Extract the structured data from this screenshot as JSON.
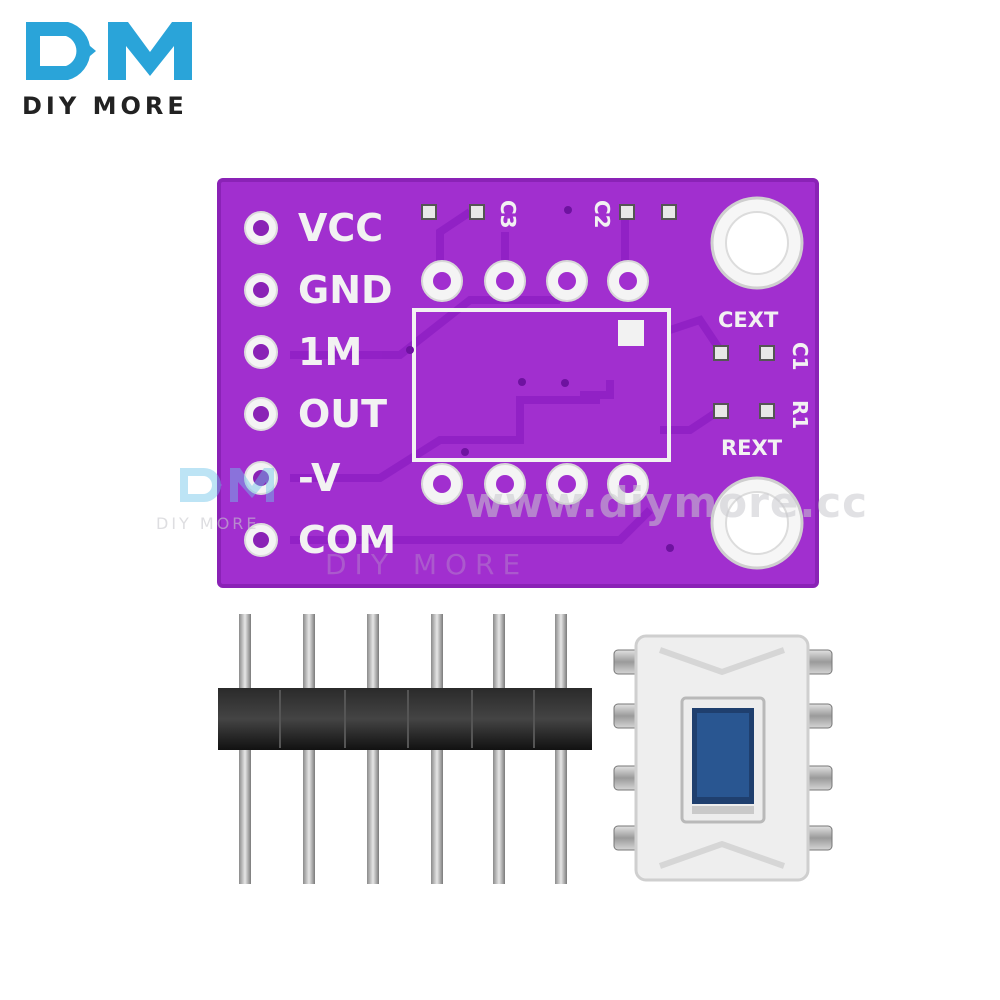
{
  "brand": {
    "logo_text": "DIY MORE",
    "logo_color": "#2aa4d9"
  },
  "watermark": {
    "url": "www.diymore.cc",
    "brand": "DIY MORE"
  },
  "board": {
    "color": "#a12fcf",
    "pin_labels": [
      "VCC",
      "GND",
      "1M",
      "OUT",
      "-V",
      "COM"
    ],
    "component_labels": {
      "cext": "CEXT",
      "rext": "REXT",
      "c1": "C1",
      "r1": "R1",
      "c2": "C2",
      "c3": "C3"
    }
  },
  "parts": {
    "header_pins": 6,
    "sensor_chip_pins": 8
  }
}
